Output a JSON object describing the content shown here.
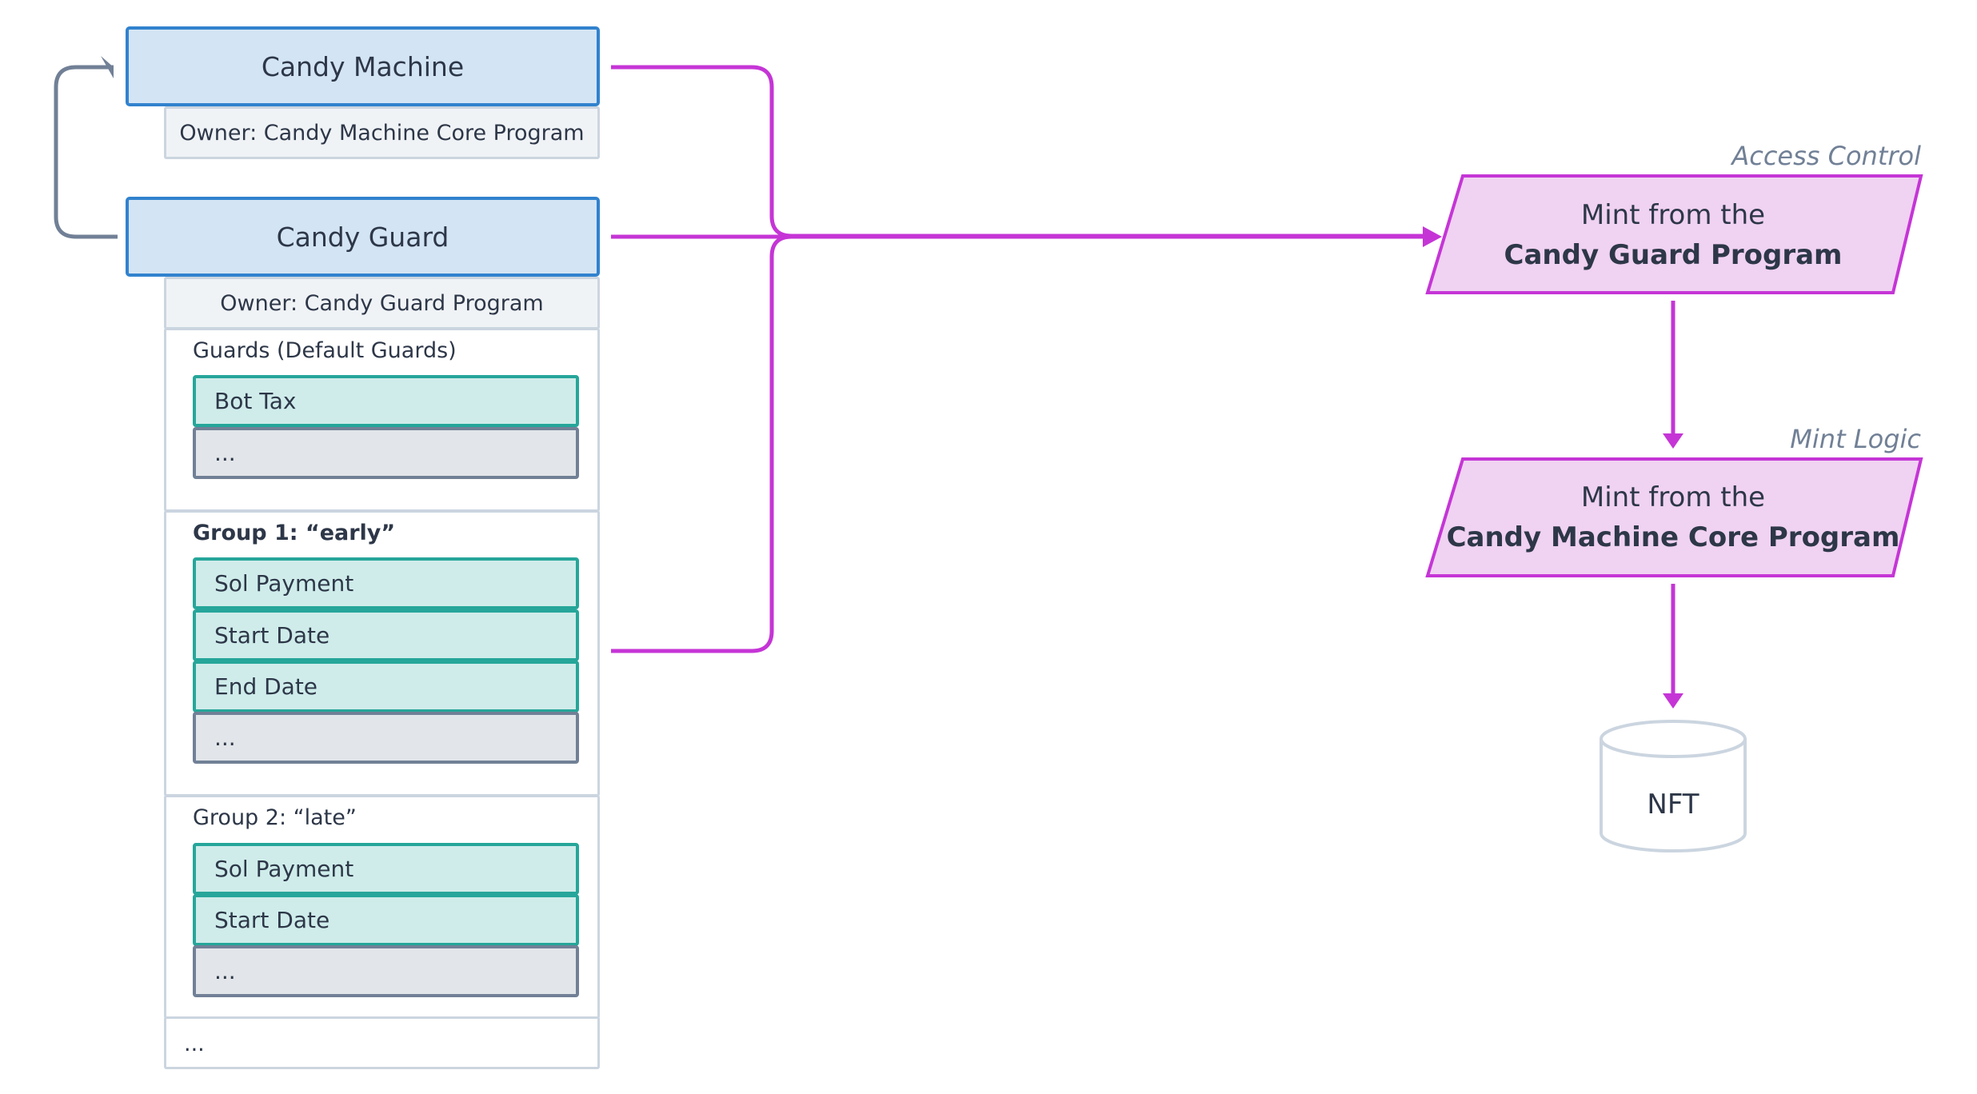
{
  "accounts": {
    "candy_machine": {
      "title": "Candy Machine",
      "owner": "Owner: Candy Machine Core Program"
    },
    "candy_guard": {
      "title": "Candy Guard",
      "owner": "Owner: Candy Guard Program"
    }
  },
  "guard_groups": [
    {
      "label": "Guards (Default Guards)",
      "items": [
        "Bot Tax",
        "..."
      ]
    },
    {
      "label": "Group 1: “early”",
      "items": [
        "Sol Payment",
        "Start Date",
        "End Date",
        "..."
      ]
    },
    {
      "label": "Group 2: “late”",
      "items": [
        "Sol Payment",
        "Start Date",
        "..."
      ]
    }
  ],
  "more_groups": "...",
  "processes": {
    "access_control": {
      "tag": "Access Control",
      "line1": "Mint from the",
      "line2": "Candy Guard Program"
    },
    "mint_logic": {
      "tag": "Mint Logic",
      "line1": "Mint from the",
      "line2": "Candy Machine Core Program"
    }
  },
  "output": {
    "label": "NFT"
  },
  "colors": {
    "account_fill": "#d3e4f4",
    "account_border": "#3182ce",
    "guard_fill": "#cfecea",
    "guard_border": "#26a69a",
    "flow": "#c535d6",
    "process_fill": "#f0d2f2",
    "link": "#718096"
  }
}
